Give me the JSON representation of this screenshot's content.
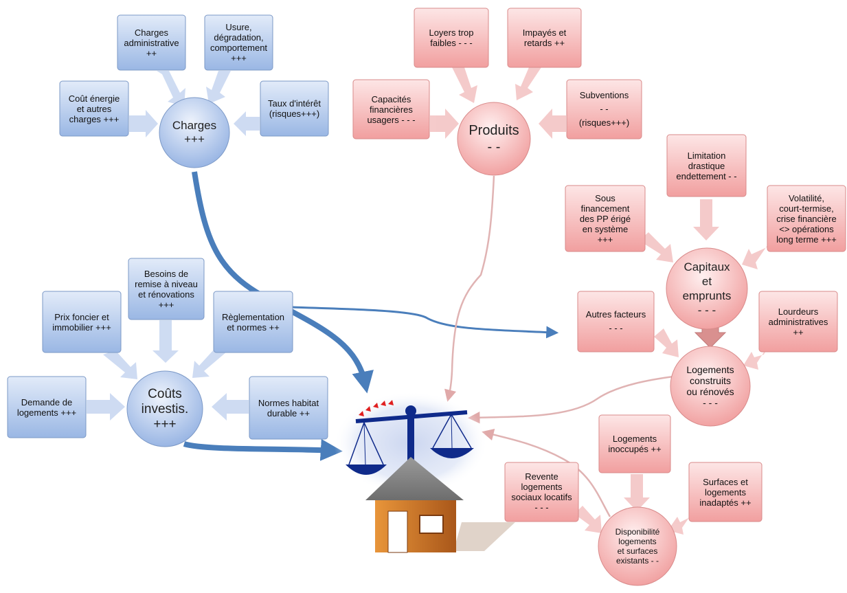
{
  "boxes": {
    "charges_admin": "Charges\nadministrative\n++",
    "usure": "Usure,\ndégradation,\ncomportement\n+++",
    "cout_energie": "Coût énergie\net autres\ncharges +++",
    "taux_interet": "Taux d'intérêt\n(risques+++)",
    "besoins": "Besoins de\nremise à niveau\net rénovations\n+++",
    "prix_foncier": "Prix foncier et\nimmobilier +++",
    "reglementation": "Règlementation\net normes ++",
    "demande": "Demande de\nlogements +++",
    "normes_habitat": "Normes habitat\ndurable ++",
    "loyers": "Loyers trop\nfaibles - - -",
    "impayes": "Impayés et\nretards ++",
    "capacites": "Capacités\nfinancières\nusagers - - -",
    "subventions": "Subventions\n- -\n(risques+++)",
    "limitation": "Limitation\ndrastique\nendettement - -",
    "sous_financement": "Sous\nfinancement\ndes PP érigé\nen système\n+++",
    "volatilite": "Volatilité,\ncourt-termise,\ncrise financière\n<> opérations\nlong terme +++",
    "autres_facteurs": "Autres facteurs\n- - -",
    "lourdeurs": "Lourdeurs\nadministratives\n++",
    "logements_inoccupes": "Logements\ninoccupés ++",
    "revente": "Revente\nlogements\nsociaux locatifs\n- - -",
    "surfaces": "Surfaces et\nlogements\ninadaptés ++"
  },
  "circles": {
    "charges": "Charges\n+++",
    "produits": "Produits\n- -",
    "capitaux": "Capitaux\net\nemprunts\n- - -",
    "logements_construits": "Logements\nconstruits\nou rénovés\n- - -",
    "couts_investis": "Coûts\ninvestis.\n+++",
    "disponibilite": "Disponibilité\nlogements\net surfaces\nexistants - -"
  },
  "colors": {
    "blue_box_top": "#dbe6f8",
    "blue_box_bottom": "#9fbbe6",
    "blue_border": "#7b98c6",
    "red_box_top": "#fde2e2",
    "red_box_bottom": "#f3a6a6",
    "red_border": "#d88a8a",
    "blue_arrow": "#4a7ebb",
    "pink_arrow": "#e3b7b7",
    "scale_blue": "#0f2a8a",
    "house_wall": "#c8701e",
    "house_roof": "#7f7f7f"
  }
}
